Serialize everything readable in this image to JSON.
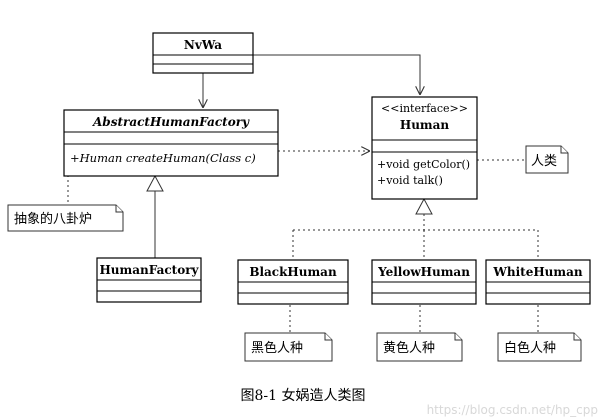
{
  "classes": {
    "nvwa": {
      "name": "NvWa"
    },
    "abstract_factory": {
      "name": "AbstractHumanFactory",
      "method": "+Human createHuman(Class c)"
    },
    "human_factory": {
      "name": "HumanFactory"
    },
    "human": {
      "stereotype": "<<interface>>",
      "name": "Human",
      "method1": "+void getColor()",
      "method2": "+void talk()"
    },
    "black_human": {
      "name": "BlackHuman"
    },
    "yellow_human": {
      "name": "YellowHuman"
    },
    "white_human": {
      "name": "WhiteHuman"
    }
  },
  "notes": {
    "factory_note": "抽象的八卦炉",
    "human_note": "人类",
    "black_note": "黑色人种",
    "yellow_note": "黄色人种",
    "white_note": "白色人种"
  },
  "caption": "图8-1 女娲造人类图",
  "watermark": "https://blog.csdn.net/hp_cpp"
}
